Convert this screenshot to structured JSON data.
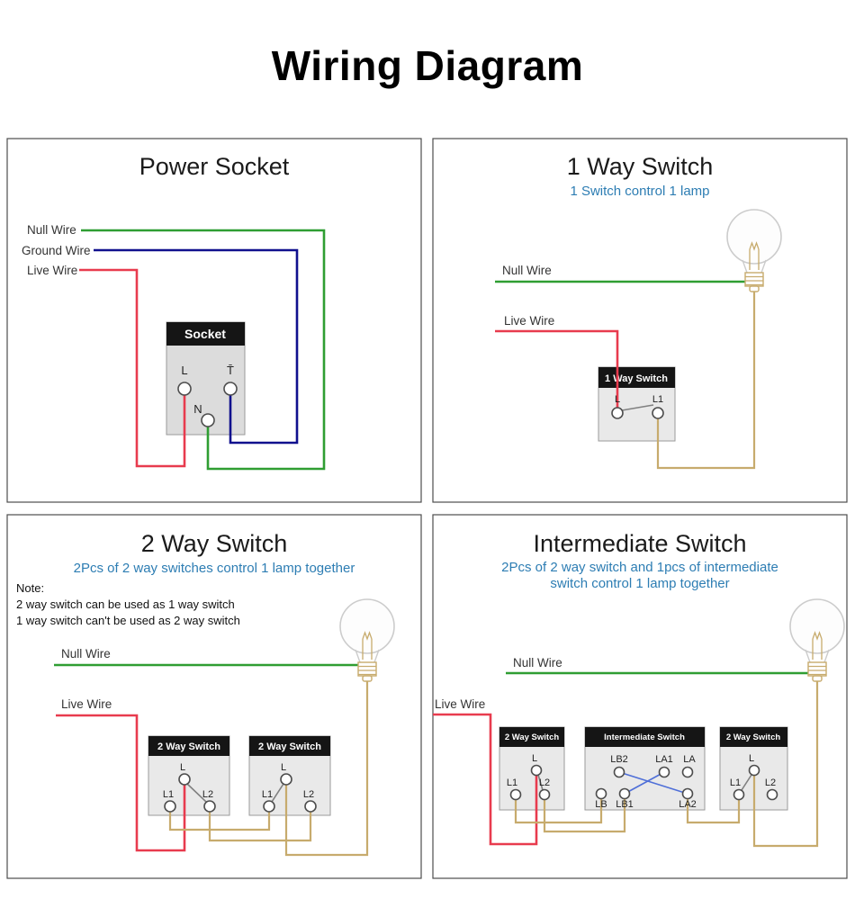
{
  "page": {
    "title": "Wiring Diagram"
  },
  "colors": {
    "null_wire": "#2f9e32",
    "ground_wire": "#10108e",
    "live_wire": "#e83b4e",
    "lamp_wire": "#c7ab6d",
    "link_blue": "#4f6fd8",
    "subtitle": "#2d7db3"
  },
  "panels": {
    "power_socket": {
      "title": "Power Socket",
      "labels": {
        "null": "Null Wire",
        "ground": "Ground Wire",
        "live": "Live Wire"
      },
      "socket": {
        "header": "Socket",
        "terminals": {
          "l": "L",
          "t": "T̄",
          "n": "N"
        }
      }
    },
    "one_way": {
      "title": "1 Way Switch",
      "subtitle": "1 Switch control 1 lamp",
      "labels": {
        "null": "Null Wire",
        "live": "Live Wire"
      },
      "switch": {
        "header": "1 Way Switch",
        "terminals": {
          "l": "L",
          "l1": "L1"
        }
      }
    },
    "two_way": {
      "title": "2 Way Switch",
      "subtitle": "2Pcs of 2 way switches control 1 lamp together",
      "note": {
        "heading": "Note:",
        "line1": "2 way switch can be used as 1 way switch",
        "line2": "1 way switch can't be used as 2 way switch"
      },
      "labels": {
        "null": "Null Wire",
        "live": "Live Wire"
      },
      "switch1": {
        "header": "2 Way Switch",
        "terminals": {
          "l": "L",
          "l1": "L1",
          "l2": "L2"
        }
      },
      "switch2": {
        "header": "2 Way Switch",
        "terminals": {
          "l": "L",
          "l1": "L1",
          "l2": "L2"
        }
      }
    },
    "intermediate": {
      "title": "Intermediate Switch",
      "subtitle_line1": "2Pcs of 2 way switch and 1pcs of intermediate",
      "subtitle_line2": "switch control 1 lamp together",
      "labels": {
        "null": "Null Wire",
        "live": "Live Wire"
      },
      "switch1": {
        "header": "2 Way Switch",
        "terminals": {
          "l": "L",
          "l1": "L1",
          "l2": "L2"
        }
      },
      "inter": {
        "header": "Intermediate Switch",
        "terminals": {
          "lb2": "LB2",
          "la1": "LA1",
          "la": "LA",
          "lb": "LB",
          "lb1": "LB1",
          "la2": "LA2"
        }
      },
      "switch2": {
        "header": "2 Way Switch",
        "terminals": {
          "l": "L",
          "l1": "L1",
          "l2": "L2"
        }
      }
    }
  }
}
